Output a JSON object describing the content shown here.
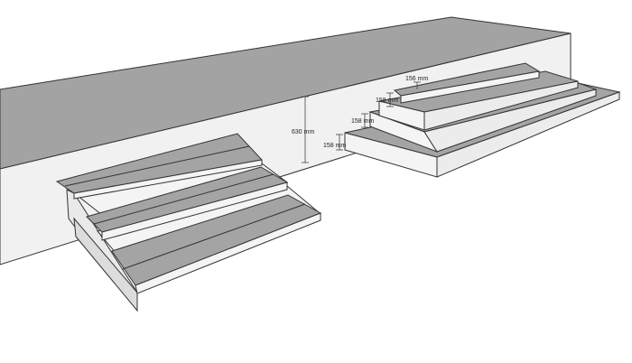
{
  "dimensions": {
    "platform_height": "630 mm",
    "riser_1": "158 mm",
    "riser_2": "158 mm",
    "riser_3": "158 mm",
    "riser_4": "156 mm"
  },
  "colors": {
    "tread": "#a4a4a4",
    "deck_top": "#a3a3a3",
    "wall_face": "#f1f1f1",
    "riser_face": "#f4f4f4",
    "dimension_line": "#444444"
  }
}
